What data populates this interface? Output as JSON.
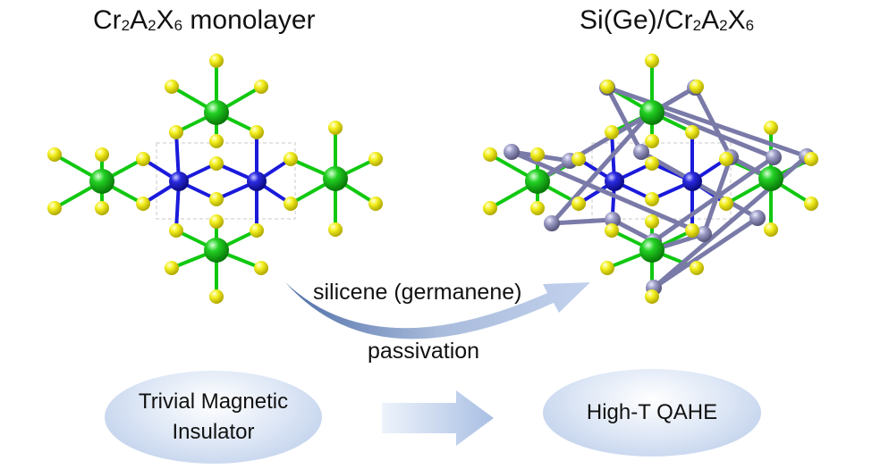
{
  "left_title": {
    "p1": "Cr",
    "s1": "2",
    "p2": "A",
    "s2": "2",
    "p3": "X",
    "s3": "6",
    "p4": " monolayer"
  },
  "right_title": {
    "p1": "Si(Ge)/Cr",
    "s1": "2",
    "p2": "A",
    "s2": "2",
    "p3": "X",
    "s3": "6"
  },
  "arc_label": "silicene (germanene)",
  "arc_label_2": "passivation",
  "left_box": {
    "line1": "Trivial Magnetic",
    "line2": "Insulator"
  },
  "right_box": "High-T QAHE",
  "colors": {
    "cr": "#11c811",
    "a": "#1a1adb",
    "x": "#f2ee1c",
    "si": "#8888b2",
    "arrow": "#9fb6dc"
  }
}
